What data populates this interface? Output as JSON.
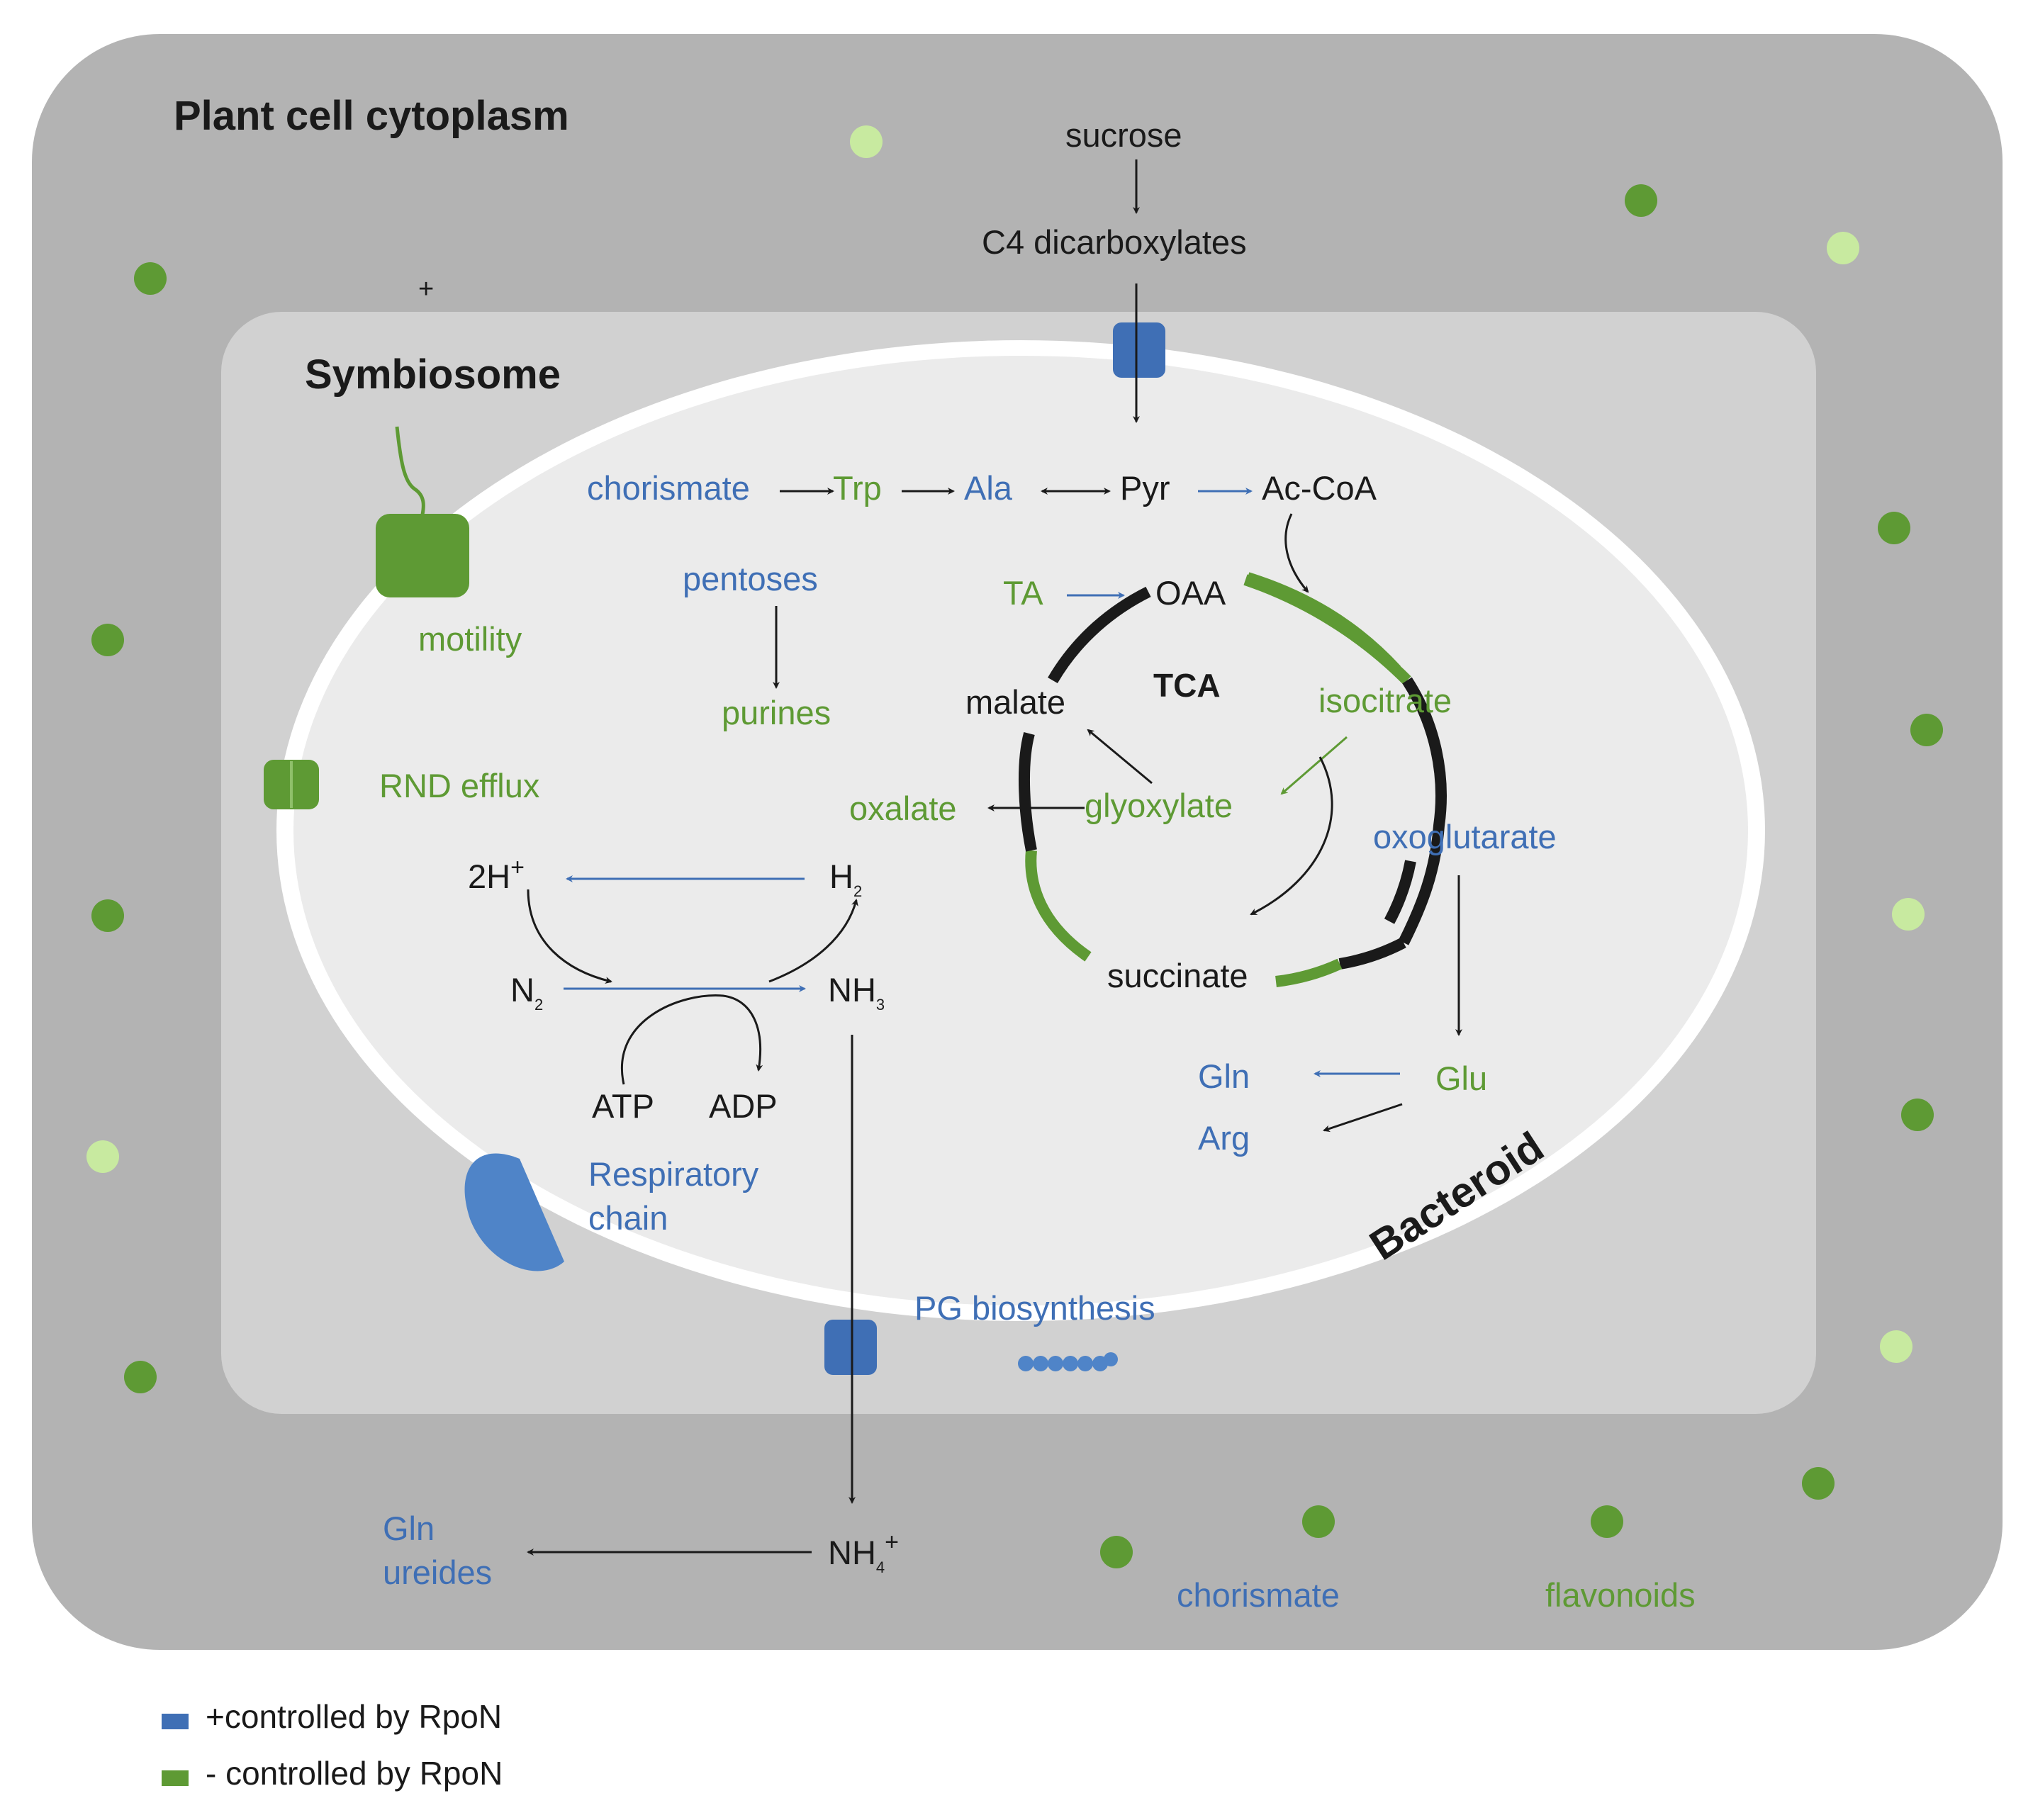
{
  "colors": {
    "cytoplasm": "#b3b3b3",
    "symbiosome": "#d1d1d1",
    "bacteroid": "#ebebeb",
    "membrane": "#ffffff",
    "rpon_positive": "#3f6fb5",
    "rpon_negative": "#5e9a34",
    "light_green": "#c8eaa0",
    "black": "#1a1a1a"
  },
  "compartments": {
    "cytoplasm": "Plant cell cytoplasm",
    "symbiosome": "Symbiosome",
    "bacteroid": "Bacteroid"
  },
  "plus_sign": "+",
  "metabolites": {
    "sucrose": "sucrose",
    "c4": "C4 dicarboxylates",
    "chorismate_in": "chorismate",
    "trp": "Trp",
    "ala": "Ala",
    "pyr": "Pyr",
    "accoa": "Ac-CoA",
    "pentoses": "pentoses",
    "purines": "purines",
    "ta": "TA",
    "oaa": "OAA",
    "tca": "TCA",
    "malate": "malate",
    "isocitrate": "isocitrate",
    "glyoxylate": "glyoxylate",
    "oxalate": "oxalate",
    "oxoglutarate": "oxoglutarate",
    "succinate": "succinate",
    "gln_in": "Gln",
    "glu": "Glu",
    "arg": "Arg",
    "motility": "motility",
    "rnd": "RND efflux",
    "h_base": "2H",
    "h_sup": "+",
    "h2_base": "H",
    "h2_sub": "2",
    "n2_base": "N",
    "n2_sub": "2",
    "nh3_base": "NH",
    "nh3_sub": "3",
    "atp": "ATP",
    "adp": "ADP",
    "resp1": "Respiratory",
    "resp2": "chain",
    "pg": "PG biosynthesis",
    "nh4_base": "NH",
    "nh4_sub": "4",
    "nh4_sup": "+",
    "gln_out": "Gln",
    "ureides": "ureides",
    "chorismate_out": "chorismate",
    "flavonoids": "flavonoids"
  },
  "legend": [
    {
      "text": "+controlled by RpoN",
      "color": "#3f6fb5"
    },
    {
      "text": "- controlled by RpoN",
      "color": "#5e9a34"
    }
  ]
}
